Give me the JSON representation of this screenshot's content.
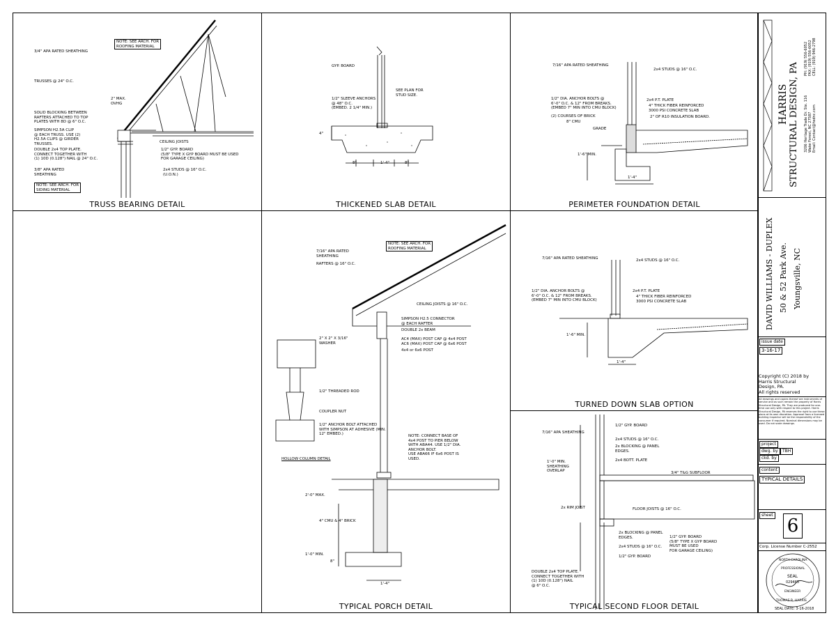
{
  "panels": {
    "truss": {
      "title": "TRUSS BEARING DETAIL",
      "notes": [
        "NOTE: SEE ARCH. FOR\nROOFING MATERIAL",
        "3/4\" APA RATED SHEATHING",
        "TRUSSES @ 24\" O.C.",
        "2\" MAX.\nOVHG",
        "SOLID BLOCKING BETWEEN\nRAFTERS ATTACHED TO TOP\nPLATES WITH 8D @ 6\" O.C.",
        "SIMPSON H2.5A CLIP\n@ EACH TRUSS. USE (2)\nH2.5A CLIPS @ GIRDER\nTRUSSES.",
        "DOUBLE 2x4 TOP PLATE.\nCONNECT TOGETHER WITH\n(1) 10D (0.128\") NAIL @ 24\" O.C.",
        "3/8\" APA RATED\nSHEATHING",
        "NOTE: SEE ARCH. FOR\nSIDING MATERIAL",
        "CEILING JOISTS",
        "1/2\" GYP. BOARD\n(5/8\" TYPE X GYP BOARD MUST BE USED\nFOR GARAGE CEILING)",
        "2x4 STUDS @ 16\" O.C.\n(U.O.N.)"
      ]
    },
    "thick": {
      "title": "THICKENED SLAB DETAIL",
      "notes": [
        "GYP. BOARD",
        "1/2\" SLEEVE ANCHORS\n@ 48\" O.C.\n(EMBED. 2 1/4\" MIN.)",
        "SEE PLAN FOR\nSTUD SIZE.",
        "4\"",
        "8\"",
        "1'-4\"",
        "8\""
      ]
    },
    "perim": {
      "title": "PERIMETER FOUNDATION DETAIL",
      "notes": [
        "7/16\" APA RATED SHEATHING",
        "2x4 STUDS @ 16\" O.C.",
        "1/2\" DIA. ANCHOR BOLTS @\n6'-0\" O.C. & 12\" FROM BREAKS.\n(EMBED 7\" MIN INTO CMU BLOCK)",
        "2x4 P.T. PLATE",
        "4\" THICK FIBER REINFORCED\n3000 PSI CONCRETE SLAB",
        "(2) COURSES OF BRICK",
        "8\" CMU",
        "2\" OF R10 INSULATION BOARD.",
        "GRADE",
        "1'-6\" MIN.",
        "1'-4\""
      ]
    },
    "turned": {
      "title": "TURNED DOWN SLAB OPTION",
      "notes": [
        "7/16\" APA RATED SHEATHING",
        "2x4 STUDS @ 16\" O.C.",
        "1/2\" DIA. ANCHOR BOLTS @\n6'-0\" O.C. & 12\" FROM BREAKS.\n(EMBED 7\" MIN INTO CMU BLOCK)",
        "2x4 P.T. PLATE",
        "4\" THICK FIBER REINFORCED\n3000 PSI CONCRETE SLAB",
        "1'-6\" MIN.",
        "1'-4\""
      ]
    },
    "porch": {
      "title": "TYPICAL PORCH DETAIL",
      "notes": [
        "NOTE: SEE ARCH. FOR\nROOFING MATERIAL",
        "7/16\" APA RATED\nSHEATHING",
        "RAFTERS @ 16\" O.C.",
        "CEILING JOISTS @ 16\" O.C.",
        "SIMPSON H2.5 CONNECTOR\n@ EACH RAFTER",
        "DOUBLE 2x BEAM",
        "AC4 (MAX) POST CAP @ 4x4 POST\nAC6 (MAX) POST CAP @ 6x6 POST",
        "4x4 or 6x6 POST",
        "2\" X 2\" X 3/16\"\nWASHER",
        "1/2\" THREADED ROD",
        "COUPLER NUT",
        "1/2\" ANCHOR BOLT ATTACHED\nWITH SIMPSON AT ADHESIVE (MIN.\n12\" EMBED.)",
        "HOLLOW COLUMN DETAIL",
        "NOTE: CONNECT BASE OF\n4x4 POST TO PIER BELOW\nWITH ABA44. USE 1/2\" DIA.\nANCHOR BOLT.\nUSE ABA66 IF 6x6 POST IS\nUSED.",
        "4\" CMU & 4\" BRICK",
        "2'-0\" MAX.",
        "1'-0\" MIN.",
        "8\"",
        "1'-4\""
      ]
    },
    "second": {
      "title": "TYPICAL SECOND FLOOR DETAIL",
      "notes": [
        "7/16\" APA SHEATHING",
        "1/2\" GYP. BOARD",
        "2x4 STUDS @ 16\" O.C.",
        "2x BLOCKING @ PANEL\nEDGES.",
        "2x4 BOTT. PLATE",
        "3/4\" T&G SUBFLOOR",
        "2x RIM JOIST",
        "FLOOR JOISTS @ 16\" O.C.",
        "1'-0\" MIN.\nSHEATHING\nOVERLAP",
        "2x BLOCKING @ PANEL\nEDGES.",
        "2x4 STUDS @ 16\" O.C.",
        "1/2\" GYP. BOARD",
        "1/2\" GYP. BOARD\n(5/8\" TYPE X GYP BOARD\nMUST BE USED\nFOR GARAGE CEILING)",
        "DOUBLE 2x4 TOP PLATE.\nCONNECT TOGETHER WITH\n(1) 10D (0.128\") NAIL\n@ 6\" O.C."
      ]
    }
  },
  "title_block": {
    "firm_line1": "HARRIS",
    "firm_line2": "STRUCTURAL DESIGN, PA",
    "firm_address": "3206 Heritage Trade Dr. Ste. 116\nWake Forest, NC 27587\nEmail: Contact@hsdnc.com",
    "firm_phones": "PH: (919) 556-6052\nFAX: (919) 556-6052\nCELL: (919) 946-2798",
    "project_line1": "DAVID WILLIAMS - DUPLEX",
    "project_line2": "50 & 52 Park Ave.",
    "project_line3": "Youngsville, NC",
    "issue_label": "issue date",
    "issue_value": "3-16-17",
    "copyright": "Copyright (C) 2018 by\nHarris Structural\nDesign, PA.\nAll rights reserved",
    "disclaimer": "All drawings and copies thereof are instruments of service and as such remain the property of Harris Structural Design, PA. They are produced for one-time use only with respect to this project. Harris Structural Design, PA reserves the right to use these plans at its own discretion. Approval from a licensed building inspector will be the responsibility of the consumer if required. Nominal dimensions may be used. Do not scale drawings.",
    "project_label": "project",
    "dwg_label": "dwg. by",
    "dwg_value": "TBH",
    "ckd_label": "ckd. by",
    "content_label": "content",
    "content_value": "TYPICAL DETAILS",
    "sheet_label": "sheet",
    "sheet_value": "6",
    "license": "Corp. License Number C-2552",
    "seal_top": "NORTH CAROLINA",
    "seal_mid1": "PROFESSIONAL",
    "seal_word": "SEAL",
    "seal_num": "029465",
    "seal_mid2": "ENGINEER",
    "seal_name": "THOMAS B. HARRIS",
    "seal_date": "SEAL DATE: 3-16-2018"
  }
}
